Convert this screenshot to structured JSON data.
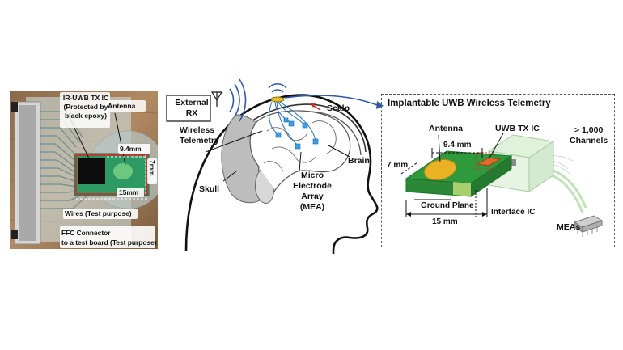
{
  "photo": {
    "chip_label_line1": "IR-UWB TX IC",
    "chip_label_line2": "(Protected by",
    "chip_label_line3": "black epoxy)",
    "antenna_label": "Antenna",
    "dim_width": "9.4mm",
    "dim_height": "7mm",
    "dim_length": "15mm",
    "wires_label": "Wires (Test purpose)",
    "ffc_line1": "FFC Connector",
    "ffc_line2": "to a test board (Test purpose)"
  },
  "head": {
    "external_rx_line1": "External",
    "external_rx_line2": "RX",
    "scalp": "Scalp",
    "wireless_line1": "Wireless",
    "wireless_line2": "Telemetry",
    "brain": "Brain",
    "skull": "Skull",
    "mea_line1": "Micro",
    "mea_line2": "Electrode",
    "mea_line3": "Array",
    "mea_line4": "(MEA)"
  },
  "telemetry": {
    "title": "Implantable UWB Wireless Telemetry",
    "antenna": "Antenna",
    "uwb_tx_ic": "UWB TX IC",
    "channels_line1": "> 1,000",
    "channels_line2": "Channels",
    "dim_width": "9.4 mm",
    "dim_height": "7 mm",
    "ground_plane": "Ground Plane",
    "interface_ic": "Interface IC",
    "dim_length": "15 mm",
    "meas": "MEAs"
  },
  "colors": {
    "pcb_green": "#2f9a3c",
    "antenna_yellow": "#e9b224",
    "chip_orange": "#e06a2a",
    "arrow_blue": "#2f57a6",
    "electrode_blue": "#3aa0e6",
    "scalp_red": "#c8322c"
  }
}
